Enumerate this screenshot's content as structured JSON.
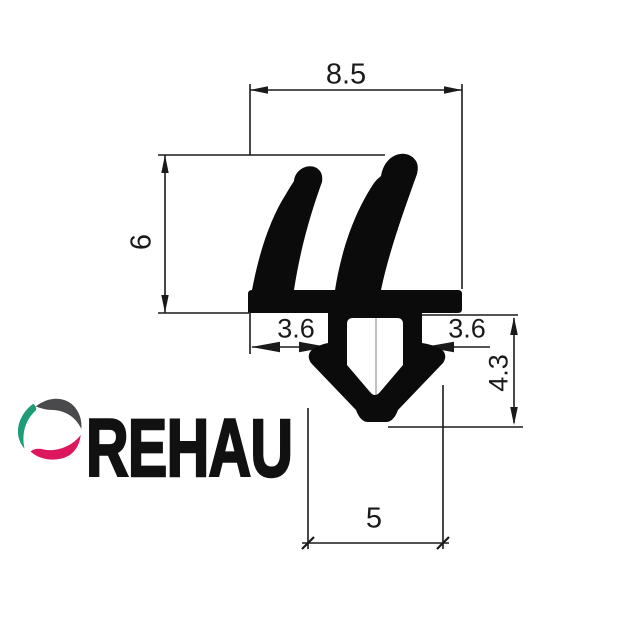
{
  "drawing": {
    "subject": "window seal rubber profile cross-section",
    "line_color": "#1a1a1a",
    "profile_color": "#0b0b0b",
    "dimensions": {
      "top_width": "8.5",
      "left_height": "6",
      "left_notch": "3.6",
      "right_notch": "3.6",
      "right_depth": "4.3",
      "bottom_width": "5"
    }
  },
  "brand": {
    "name": "REHAU",
    "text_color": "#111111",
    "logo_icon": "rehau-sphere-icon",
    "logo_colors": {
      "green": "#1e9b77",
      "gray": "#4a4a4c",
      "magenta": "#dd175e"
    }
  }
}
